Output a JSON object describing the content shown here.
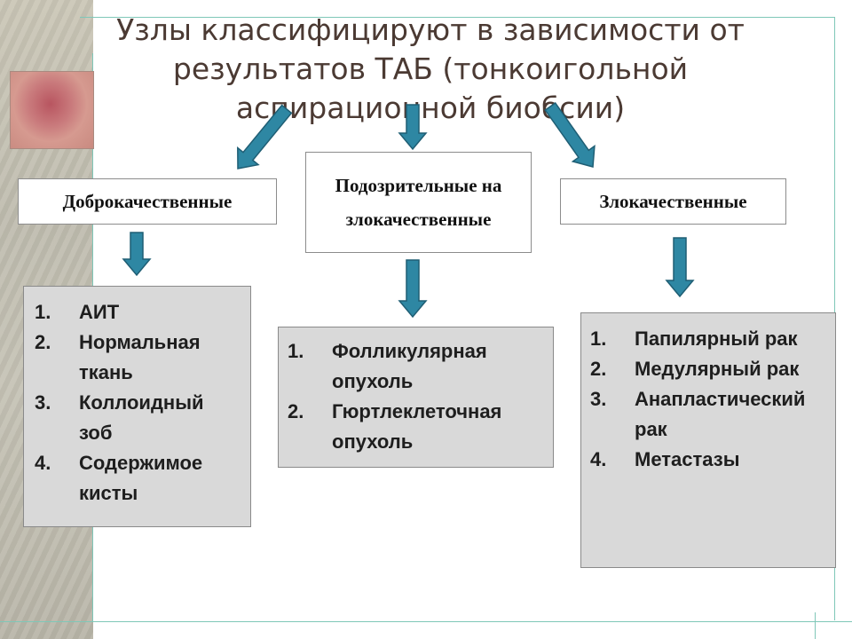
{
  "title": "Узлы классифицируют в зависимости от результатов ТАБ (тонкоигольной аспирационной биобсии)",
  "colors": {
    "arrow_fill": "#2e87a3",
    "arrow_stroke": "#1f5e74",
    "list_box_bg": "#d9d9d9",
    "frame_line": "#7fc7b8",
    "title_text": "#4b3a33"
  },
  "categories": {
    "benign": {
      "label": "Доброкачественные"
    },
    "suspicious": {
      "label": "Подозрительные на злокачественные"
    },
    "malignant": {
      "label": "Злокачественные"
    }
  },
  "lists": {
    "benign": [
      {
        "num": "1.",
        "text": "АИТ"
      },
      {
        "num": "2.",
        "text": "Нормальная ткань"
      },
      {
        "num": "3.",
        "text": "Коллоидный зоб"
      },
      {
        "num": "4.",
        "text": "Содержимое кисты"
      }
    ],
    "suspicious": [
      {
        "num": "1.",
        "text": "Фолликулярная опухоль"
      },
      {
        "num": "2.",
        "text": "Гюртлеклеточная опухоль"
      }
    ],
    "malignant": [
      {
        "num": "1.",
        "text": "Папилярный рак"
      },
      {
        "num": "2.",
        "text": "Медулярный рак"
      },
      {
        "num": "3.",
        "text": "Анапластический рак"
      },
      {
        "num": "4.",
        "text": "Метастазы"
      }
    ]
  }
}
